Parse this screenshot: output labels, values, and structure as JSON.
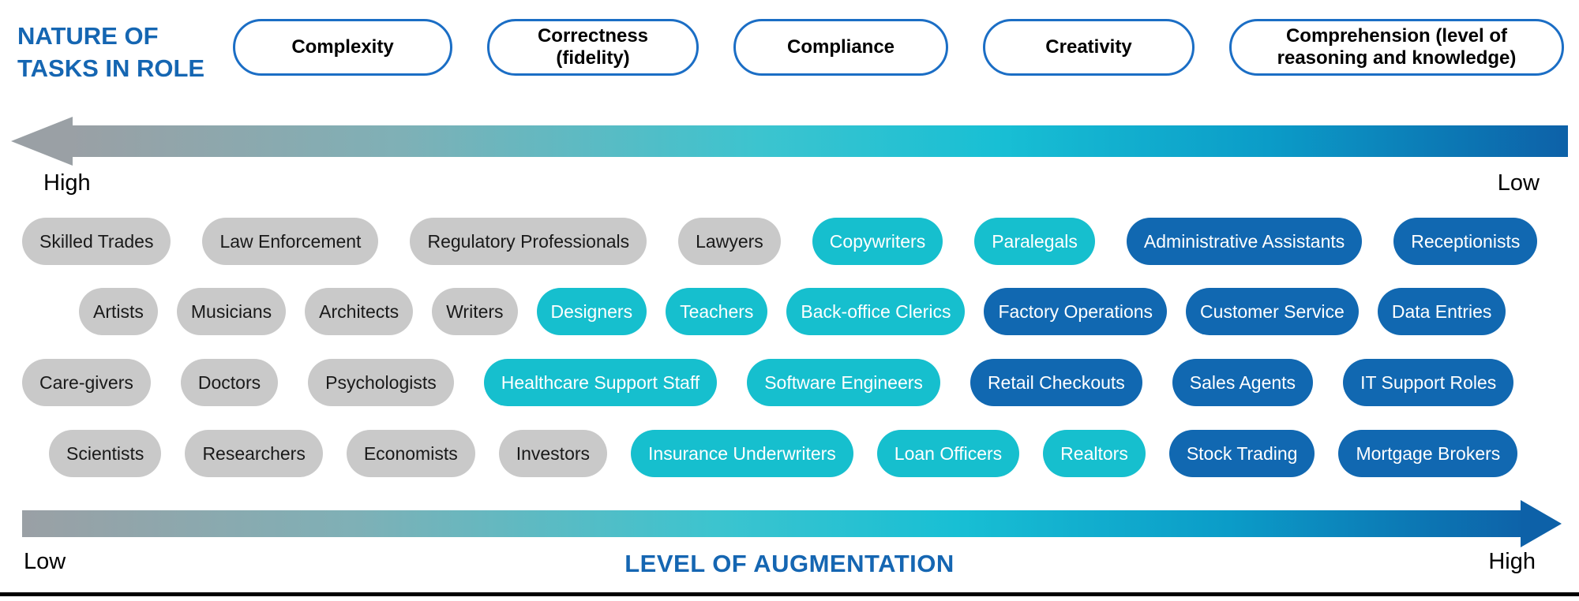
{
  "header": {
    "title_line1": "NATURE OF",
    "title_line2": "TASKS IN ROLE",
    "categories": [
      {
        "label": "Complexity"
      },
      {
        "label": "Correctness\n(fidelity)"
      },
      {
        "label": "Compliance"
      },
      {
        "label": "Creativity"
      },
      {
        "label": "Comprehension (level of\nreasoning and knowledge)"
      }
    ]
  },
  "top_axis": {
    "left_label": "High",
    "right_label": "Low"
  },
  "bottom_axis": {
    "left_label": "Low",
    "right_label": "High",
    "title": "LEVEL OF AUGMENTATION"
  },
  "rows": [
    {
      "pills": [
        {
          "label": "Skilled Trades",
          "tone": "gray"
        },
        {
          "label": "Law Enforcement",
          "tone": "gray"
        },
        {
          "label": "Regulatory Professionals",
          "tone": "gray"
        },
        {
          "label": "Lawyers",
          "tone": "gray"
        },
        {
          "label": "Copywriters",
          "tone": "cyan"
        },
        {
          "label": "Paralegals",
          "tone": "cyan"
        },
        {
          "label": "Administrative Assistants",
          "tone": "blue"
        },
        {
          "label": "Receptionists",
          "tone": "blue"
        }
      ]
    },
    {
      "pills": [
        {
          "label": "Artists",
          "tone": "gray"
        },
        {
          "label": "Musicians",
          "tone": "gray"
        },
        {
          "label": "Architects",
          "tone": "gray"
        },
        {
          "label": "Writers",
          "tone": "gray"
        },
        {
          "label": "Designers",
          "tone": "cyan"
        },
        {
          "label": "Teachers",
          "tone": "cyan"
        },
        {
          "label": "Back-office Clerics",
          "tone": "cyan"
        },
        {
          "label": "Factory Operations",
          "tone": "blue"
        },
        {
          "label": "Customer Service",
          "tone": "blue"
        },
        {
          "label": "Data Entries",
          "tone": "blue"
        }
      ]
    },
    {
      "pills": [
        {
          "label": "Care-givers",
          "tone": "gray"
        },
        {
          "label": "Doctors",
          "tone": "gray"
        },
        {
          "label": "Psychologists",
          "tone": "gray"
        },
        {
          "label": "Healthcare Support Staff",
          "tone": "cyan"
        },
        {
          "label": "Software Engineers",
          "tone": "cyan"
        },
        {
          "label": "Retail Checkouts",
          "tone": "blue"
        },
        {
          "label": "Sales Agents",
          "tone": "blue"
        },
        {
          "label": "IT Support Roles",
          "tone": "blue"
        }
      ]
    },
    {
      "pills": [
        {
          "label": "Scientists",
          "tone": "gray"
        },
        {
          "label": "Researchers",
          "tone": "gray"
        },
        {
          "label": "Economists",
          "tone": "gray"
        },
        {
          "label": "Investors",
          "tone": "gray"
        },
        {
          "label": "Insurance Underwriters",
          "tone": "cyan"
        },
        {
          "label": "Loan Officers",
          "tone": "cyan"
        },
        {
          "label": "Realtors",
          "tone": "cyan"
        },
        {
          "label": "Stock Trading",
          "tone": "blue"
        },
        {
          "label": "Mortgage Brokers",
          "tone": "blue"
        }
      ]
    }
  ],
  "colors": {
    "title_blue": "#1566b2",
    "outline_blue": "#1b6ec5",
    "gray_pill": "#c9c9c9",
    "cyan_pill": "#16bfce",
    "blue_pill": "#1168b1",
    "arrow_gray": "#9aa0a5",
    "arrow_cyan": "#18bfd4",
    "arrow_blue": "#0d61a8"
  }
}
